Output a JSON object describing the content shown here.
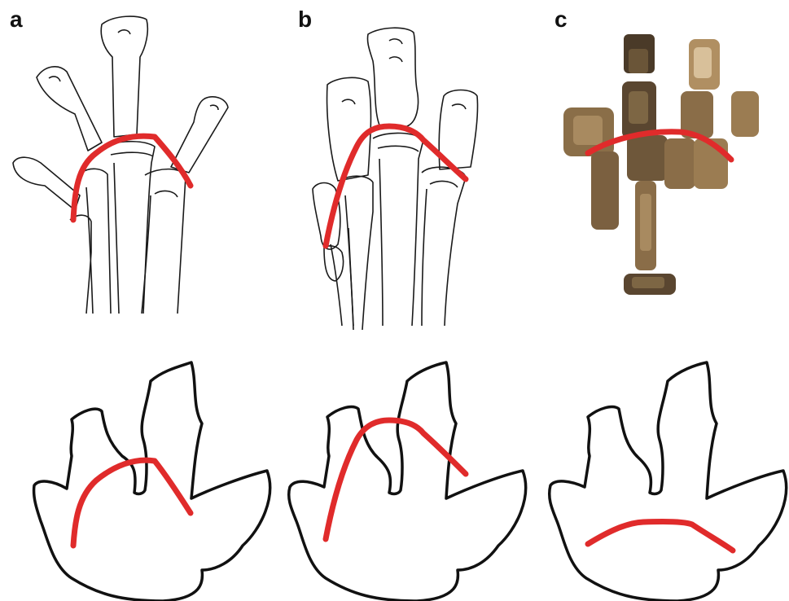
{
  "panels": [
    {
      "label": "a",
      "figure": "sauropod-manus-skeletal-reconstruction",
      "arch": "strong"
    },
    {
      "label": "b",
      "figure": "sauropod-manus-skeletal-reconstruction",
      "arch": "strong"
    },
    {
      "label": "c",
      "figure": "fossil-manus-photograph",
      "arch": "shallow"
    }
  ],
  "colors": {
    "arch_line": "#e02b2b",
    "bone_outline": "#1a1a1a",
    "footprint_outline": "#111111",
    "fossil_dark": "#5a4630",
    "fossil_light": "#b08f62"
  }
}
